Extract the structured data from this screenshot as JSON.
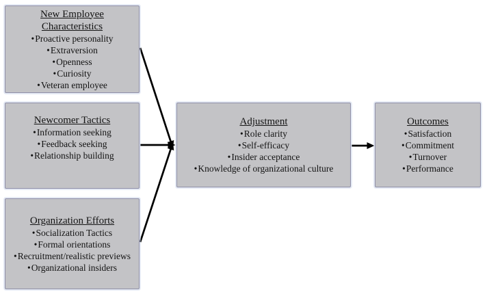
{
  "diagram": {
    "bullet_char": "•",
    "colors": {
      "background": "#ffffff",
      "box_fill": "#c3c3c6",
      "box_border": "#8f8fa8",
      "arrow": "#000000",
      "text": "#131313"
    },
    "boxes": [
      {
        "id": "new-employee-characteristics",
        "title": "New Employee Characteristics",
        "items": [
          "Proactive personality",
          "Extraversion",
          "Openness",
          "Curiosity",
          "Veteran employee"
        ]
      },
      {
        "id": "newcomer-tactics",
        "title": "Newcomer Tactics",
        "items": [
          "Information seeking",
          "Feedback seeking",
          "Relationship building"
        ]
      },
      {
        "id": "organization-efforts",
        "title": "Organization Efforts",
        "items": [
          "Socialization Tactics",
          "Formal orientations",
          "Recruitment/realistic previews",
          "Organizational insiders"
        ]
      },
      {
        "id": "adjustment",
        "title": "Adjustment",
        "items": [
          "Role clarity",
          "Self-efficacy",
          "Insider acceptance",
          "Knowledge of  organizational culture"
        ]
      },
      {
        "id": "outcomes",
        "title": "Outcomes",
        "items": [
          "Satisfaction",
          "Commitment",
          "Turnover",
          "Performance"
        ]
      }
    ],
    "connections": [
      {
        "from": "new-employee-characteristics",
        "to": "adjustment"
      },
      {
        "from": "newcomer-tactics",
        "to": "adjustment"
      },
      {
        "from": "organization-efforts",
        "to": "adjustment"
      },
      {
        "from": "adjustment",
        "to": "outcomes"
      }
    ]
  }
}
